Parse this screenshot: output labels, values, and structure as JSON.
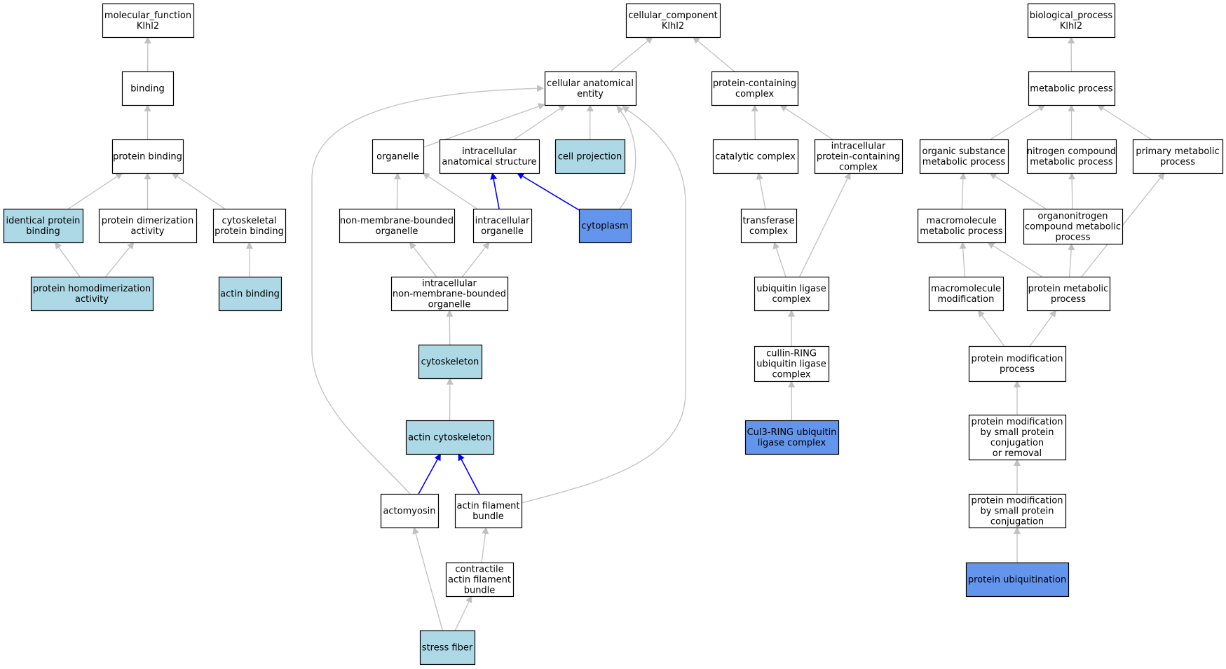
{
  "colors": {
    "plain": "#ffffff",
    "light_blue": "#add8e6",
    "cornflower_blue": "#6495ed",
    "edge_gray": "#c0c0c0",
    "edge_blue": "#0000ff"
  },
  "nodes": {
    "mf_root": {
      "lines": [
        "molecular_function",
        "Klhl2"
      ],
      "fill": "plain"
    },
    "binding": {
      "lines": [
        "binding"
      ],
      "fill": "plain"
    },
    "protein_binding": {
      "lines": [
        "protein binding"
      ],
      "fill": "plain"
    },
    "identical_protein_binding": {
      "lines": [
        "identical protein",
        "binding"
      ],
      "fill": "light_blue"
    },
    "protein_dimerization_activity": {
      "lines": [
        "protein dimerization",
        "activity"
      ],
      "fill": "plain"
    },
    "cytoskeletal_protein_binding": {
      "lines": [
        "cytoskeletal",
        "protein binding"
      ],
      "fill": "plain"
    },
    "protein_homodimerization_activity": {
      "lines": [
        "protein homodimerization",
        "activity"
      ],
      "fill": "light_blue"
    },
    "actin_binding": {
      "lines": [
        "actin binding"
      ],
      "fill": "light_blue"
    },
    "cc_root": {
      "lines": [
        "cellular_component",
        "Klhl2"
      ],
      "fill": "plain"
    },
    "cellular_anatomical_entity": {
      "lines": [
        "cellular anatomical",
        "entity"
      ],
      "fill": "plain"
    },
    "protein_containing_complex": {
      "lines": [
        "protein-containing",
        "complex"
      ],
      "fill": "plain"
    },
    "organelle": {
      "lines": [
        "organelle"
      ],
      "fill": "plain"
    },
    "intracellular_anatomical_structure": {
      "lines": [
        "intracellular",
        "anatomical structure"
      ],
      "fill": "plain"
    },
    "cell_projection": {
      "lines": [
        "cell projection"
      ],
      "fill": "light_blue"
    },
    "cytoplasm": {
      "lines": [
        "cytoplasm"
      ],
      "fill": "cornflower_blue"
    },
    "non_membrane_bounded_organelle": {
      "lines": [
        "non-membrane-bounded",
        "organelle"
      ],
      "fill": "plain"
    },
    "intracellular_organelle": {
      "lines": [
        "intracellular",
        "organelle"
      ],
      "fill": "plain"
    },
    "intracellular_nmb_organelle": {
      "lines": [
        "intracellular",
        "non-membrane-bounded",
        "organelle"
      ],
      "fill": "plain"
    },
    "cytoskeleton": {
      "lines": [
        "cytoskeleton"
      ],
      "fill": "light_blue"
    },
    "actin_cytoskeleton": {
      "lines": [
        "actin cytoskeleton"
      ],
      "fill": "light_blue"
    },
    "actomyosin": {
      "lines": [
        "actomyosin"
      ],
      "fill": "plain"
    },
    "actin_filament_bundle": {
      "lines": [
        "actin filament",
        "bundle"
      ],
      "fill": "plain"
    },
    "contractile_actin_filament_bundle": {
      "lines": [
        "contractile",
        "actin filament",
        "bundle"
      ],
      "fill": "plain"
    },
    "stress_fiber": {
      "lines": [
        "stress fiber"
      ],
      "fill": "light_blue"
    },
    "catalytic_complex": {
      "lines": [
        "catalytic complex"
      ],
      "fill": "plain"
    },
    "intracellular_protein_containing_complex": {
      "lines": [
        "intracellular",
        "protein-containing",
        "complex"
      ],
      "fill": "plain"
    },
    "transferase_complex": {
      "lines": [
        "transferase",
        "complex"
      ],
      "fill": "plain"
    },
    "ubiquitin_ligase_complex": {
      "lines": [
        "ubiquitin ligase",
        "complex"
      ],
      "fill": "plain"
    },
    "cullin_ring_ubiquitin_ligase_complex": {
      "lines": [
        "cullin-RING",
        "ubiquitin ligase",
        "complex"
      ],
      "fill": "plain"
    },
    "cul3_ring_ubiquitin_ligase_complex": {
      "lines": [
        "Cul3-RING ubiquitin",
        "ligase complex"
      ],
      "fill": "cornflower_blue"
    },
    "bp_root": {
      "lines": [
        "biological_process",
        "Klhl2"
      ],
      "fill": "plain"
    },
    "metabolic_process": {
      "lines": [
        "metabolic process"
      ],
      "fill": "plain"
    },
    "organic_substance_metabolic_process": {
      "lines": [
        "organic substance",
        "metabolic process"
      ],
      "fill": "plain"
    },
    "nitrogen_compound_metabolic_process": {
      "lines": [
        "nitrogen compound",
        "metabolic process"
      ],
      "fill": "plain"
    },
    "primary_metabolic_process": {
      "lines": [
        "primary metabolic",
        "process"
      ],
      "fill": "plain"
    },
    "macromolecule_metabolic_process": {
      "lines": [
        "macromolecule",
        "metabolic process"
      ],
      "fill": "plain"
    },
    "organonitrogen_compound_metabolic_process": {
      "lines": [
        "organonitrogen",
        "compound metabolic",
        "process"
      ],
      "fill": "plain"
    },
    "macromolecule_modification": {
      "lines": [
        "macromolecule",
        "modification"
      ],
      "fill": "plain"
    },
    "protein_metabolic_process": {
      "lines": [
        "protein metabolic",
        "process"
      ],
      "fill": "plain"
    },
    "protein_modification_process": {
      "lines": [
        "protein modification",
        "process"
      ],
      "fill": "plain"
    },
    "protein_modification_by_small_protein_conjugation_or_removal": {
      "lines": [
        "protein modification",
        "by small protein",
        "conjugation",
        "or removal"
      ],
      "fill": "plain"
    },
    "protein_modification_by_small_protein_conjugation": {
      "lines": [
        "protein modification",
        "by small protein",
        "conjugation"
      ],
      "fill": "plain"
    },
    "protein_ubiquitination": {
      "lines": [
        "protein ubiquitination"
      ],
      "fill": "cornflower_blue"
    }
  },
  "edges": [
    {
      "from": "binding",
      "to": "mf_root",
      "color": "edge_gray"
    },
    {
      "from": "protein_binding",
      "to": "binding",
      "color": "edge_gray"
    },
    {
      "from": "identical_protein_binding",
      "to": "protein_binding",
      "color": "edge_gray"
    },
    {
      "from": "protein_dimerization_activity",
      "to": "protein_binding",
      "color": "edge_gray"
    },
    {
      "from": "cytoskeletal_protein_binding",
      "to": "protein_binding",
      "color": "edge_gray"
    },
    {
      "from": "protein_homodimerization_activity",
      "to": "identical_protein_binding",
      "color": "edge_gray"
    },
    {
      "from": "protein_homodimerization_activity",
      "to": "protein_dimerization_activity",
      "color": "edge_gray"
    },
    {
      "from": "actin_binding",
      "to": "cytoskeletal_protein_binding",
      "color": "edge_gray"
    },
    {
      "from": "cellular_anatomical_entity",
      "to": "cc_root",
      "color": "edge_gray"
    },
    {
      "from": "protein_containing_complex",
      "to": "cc_root",
      "color": "edge_gray"
    },
    {
      "from": "organelle",
      "to": "cellular_anatomical_entity",
      "color": "edge_gray"
    },
    {
      "from": "intracellular_anatomical_structure",
      "to": "cellular_anatomical_entity",
      "color": "edge_gray"
    },
    {
      "from": "cell_projection",
      "to": "cellular_anatomical_entity",
      "color": "edge_gray"
    },
    {
      "from": "cytoplasm",
      "to": "cellular_anatomical_entity",
      "color": "edge_gray"
    },
    {
      "from": "cytoplasm",
      "to": "intracellular_anatomical_structure",
      "color": "edge_blue"
    },
    {
      "from": "non_membrane_bounded_organelle",
      "to": "organelle",
      "color": "edge_gray"
    },
    {
      "from": "intracellular_organelle",
      "to": "organelle",
      "color": "edge_gray"
    },
    {
      "from": "intracellular_organelle",
      "to": "intracellular_anatomical_structure",
      "color": "edge_blue"
    },
    {
      "from": "intracellular_nmb_organelle",
      "to": "non_membrane_bounded_organelle",
      "color": "edge_gray"
    },
    {
      "from": "intracellular_nmb_organelle",
      "to": "intracellular_organelle",
      "color": "edge_gray"
    },
    {
      "from": "cytoskeleton",
      "to": "intracellular_nmb_organelle",
      "color": "edge_gray"
    },
    {
      "from": "actin_cytoskeleton",
      "to": "cytoskeleton",
      "color": "edge_gray"
    },
    {
      "from": "actomyosin",
      "to": "actin_cytoskeleton",
      "color": "edge_blue"
    },
    {
      "from": "actin_filament_bundle",
      "to": "actin_cytoskeleton",
      "color": "edge_blue"
    },
    {
      "from": "actomyosin",
      "to": "cellular_anatomical_entity",
      "color": "edge_gray"
    },
    {
      "from": "actin_filament_bundle",
      "to": "cellular_anatomical_entity",
      "color": "edge_gray"
    },
    {
      "from": "contractile_actin_filament_bundle",
      "to": "actin_filament_bundle",
      "color": "edge_gray"
    },
    {
      "from": "stress_fiber",
      "to": "actomyosin",
      "color": "edge_gray"
    },
    {
      "from": "stress_fiber",
      "to": "contractile_actin_filament_bundle",
      "color": "edge_gray"
    },
    {
      "from": "catalytic_complex",
      "to": "protein_containing_complex",
      "color": "edge_gray"
    },
    {
      "from": "intracellular_protein_containing_complex",
      "to": "protein_containing_complex",
      "color": "edge_gray"
    },
    {
      "from": "transferase_complex",
      "to": "catalytic_complex",
      "color": "edge_gray"
    },
    {
      "from": "ubiquitin_ligase_complex",
      "to": "transferase_complex",
      "color": "edge_gray"
    },
    {
      "from": "ubiquitin_ligase_complex",
      "to": "intracellular_protein_containing_complex",
      "color": "edge_gray"
    },
    {
      "from": "cullin_ring_ubiquitin_ligase_complex",
      "to": "ubiquitin_ligase_complex",
      "color": "edge_gray"
    },
    {
      "from": "cul3_ring_ubiquitin_ligase_complex",
      "to": "cullin_ring_ubiquitin_ligase_complex",
      "color": "edge_gray"
    },
    {
      "from": "metabolic_process",
      "to": "bp_root",
      "color": "edge_gray"
    },
    {
      "from": "organic_substance_metabolic_process",
      "to": "metabolic_process",
      "color": "edge_gray"
    },
    {
      "from": "nitrogen_compound_metabolic_process",
      "to": "metabolic_process",
      "color": "edge_gray"
    },
    {
      "from": "primary_metabolic_process",
      "to": "metabolic_process",
      "color": "edge_gray"
    },
    {
      "from": "macromolecule_metabolic_process",
      "to": "organic_substance_metabolic_process",
      "color": "edge_gray"
    },
    {
      "from": "organonitrogen_compound_metabolic_process",
      "to": "organic_substance_metabolic_process",
      "color": "edge_gray"
    },
    {
      "from": "organonitrogen_compound_metabolic_process",
      "to": "nitrogen_compound_metabolic_process",
      "color": "edge_gray"
    },
    {
      "from": "macromolecule_modification",
      "to": "macromolecule_metabolic_process",
      "color": "edge_gray"
    },
    {
      "from": "protein_metabolic_process",
      "to": "macromolecule_metabolic_process",
      "color": "edge_gray"
    },
    {
      "from": "protein_metabolic_process",
      "to": "organonitrogen_compound_metabolic_process",
      "color": "edge_gray"
    },
    {
      "from": "protein_metabolic_process",
      "to": "primary_metabolic_process",
      "color": "edge_gray"
    },
    {
      "from": "protein_modification_process",
      "to": "macromolecule_modification",
      "color": "edge_gray"
    },
    {
      "from": "protein_modification_process",
      "to": "protein_metabolic_process",
      "color": "edge_gray"
    },
    {
      "from": "protein_modification_by_small_protein_conjugation_or_removal",
      "to": "protein_modification_process",
      "color": "edge_gray"
    },
    {
      "from": "protein_modification_by_small_protein_conjugation",
      "to": "protein_modification_by_small_protein_conjugation_or_removal",
      "color": "edge_gray"
    },
    {
      "from": "protein_ubiquitination",
      "to": "protein_modification_by_small_protein_conjugation",
      "color": "edge_gray"
    }
  ]
}
